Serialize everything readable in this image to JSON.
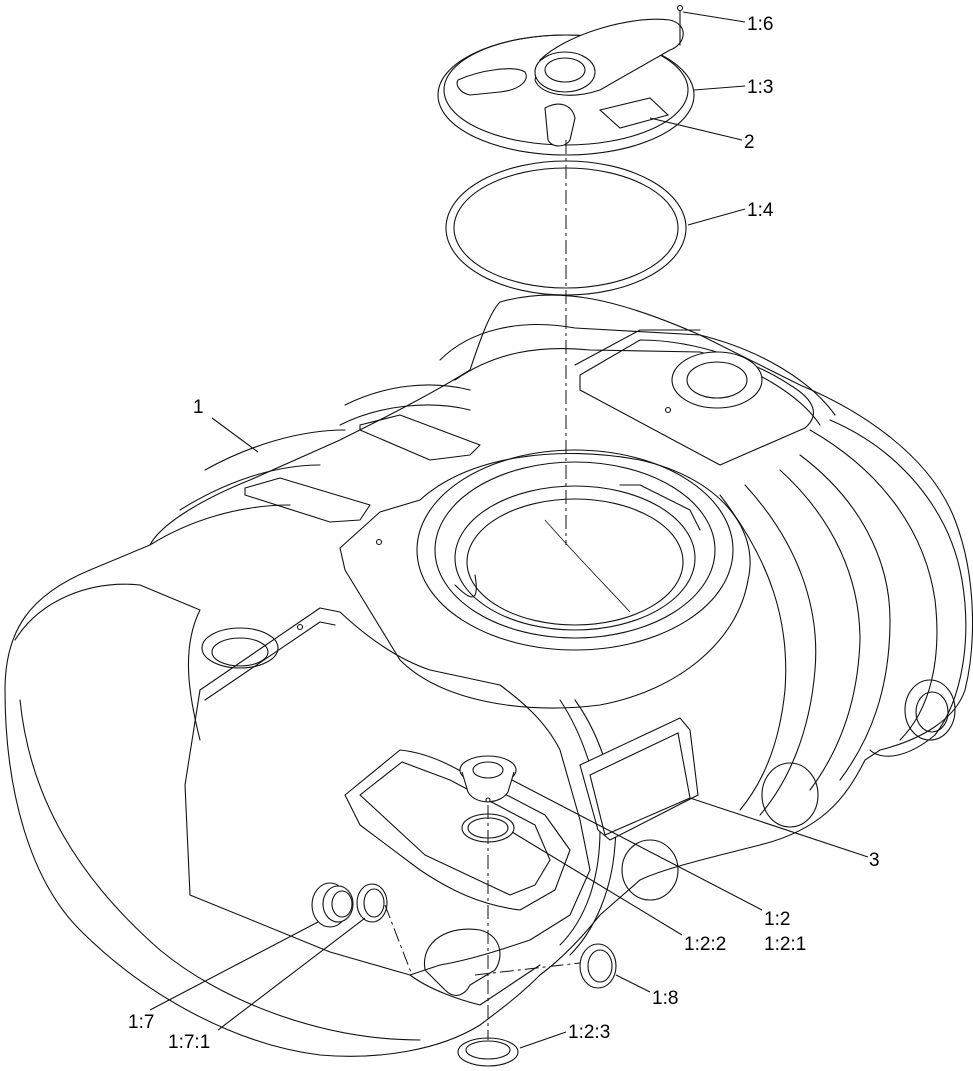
{
  "callouts": {
    "c_1_6": "1:6",
    "c_1_3": "1:3",
    "c_2": "2",
    "c_1_4": "1:4",
    "c_1": "1",
    "c_3": "3",
    "c_1_2": "1:2",
    "c_1_2_1": "1:2:1",
    "c_1_2_2": "1:2:2",
    "c_1_7": "1:7",
    "c_1_7_1": "1:7:1",
    "c_1_8": "1:8",
    "c_1_2_3": "1:2:3"
  },
  "parts": [
    {
      "id": "1",
      "part": "tank-body"
    },
    {
      "id": "1:2",
      "part": "fitting"
    },
    {
      "id": "1:2:1",
      "part": "fitting-gasket"
    },
    {
      "id": "1:2:2",
      "part": "o-ring"
    },
    {
      "id": "1:2:3",
      "part": "ring"
    },
    {
      "id": "1:3",
      "part": "lid"
    },
    {
      "id": "1:4",
      "part": "lid-gasket"
    },
    {
      "id": "1:6",
      "part": "pin"
    },
    {
      "id": "1:7",
      "part": "bushing"
    },
    {
      "id": "1:7:1",
      "part": "bushing-ring"
    },
    {
      "id": "1:8",
      "part": "plug"
    },
    {
      "id": "2",
      "part": "decal"
    },
    {
      "id": "3",
      "part": "decal"
    }
  ]
}
